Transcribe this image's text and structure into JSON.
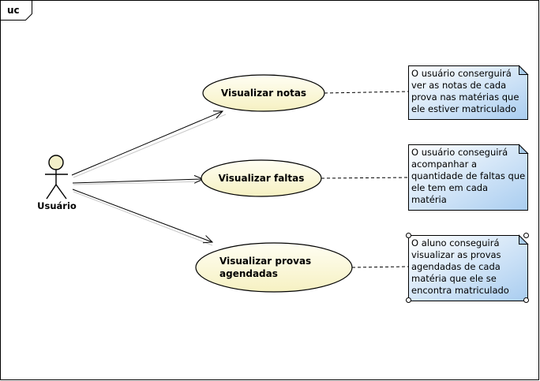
{
  "frame": {
    "tag": "uc"
  },
  "actor": {
    "name": "Usuário"
  },
  "use_cases": [
    {
      "label_lines": [
        "Visualizar notas"
      ]
    },
    {
      "label_lines": [
        "Visualizar faltas"
      ]
    },
    {
      "label_lines": [
        "Visualizar provas",
        "agendadas"
      ]
    }
  ],
  "notes": [
    {
      "lines": [
        "O usuário conserguirá",
        "ver as notas de cada",
        "prova nas matérias que",
        "ele estiver matriculado"
      ]
    },
    {
      "lines": [
        "O usuário conseguirá",
        "acompanhar a",
        "quantidade de faltas que",
        "ele tem em cada",
        "matéria"
      ]
    },
    {
      "lines": [
        "O aluno conseguirá",
        "visualizar as provas",
        "agendadas de cada",
        "matéria que ele se",
        "encontra matriculado"
      ]
    }
  ],
  "colors": {
    "use_case_fill": "#fbf8d6",
    "note_fill": "#cfe4f8",
    "note_fold": "#a9cbe9",
    "actor_head": "#f2efc9"
  }
}
